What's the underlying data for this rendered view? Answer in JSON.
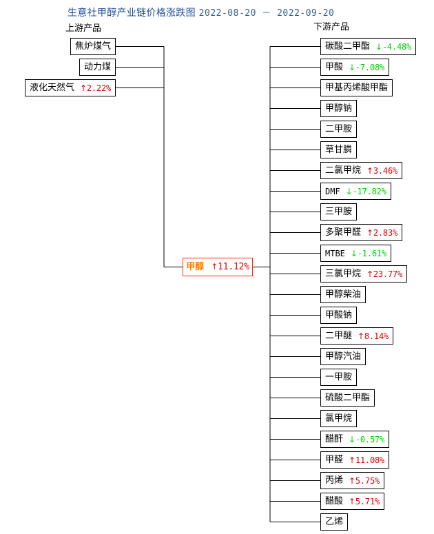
{
  "chart_data": {
    "type": "diagram",
    "title": "生意社甲醇产业链价格涨跌图",
    "date_range": "2022-08-20 － 2022-09-20",
    "center": {
      "name": "甲醇",
      "change": "11.12%",
      "direction": "up",
      "arrow": "↑"
    },
    "sections": {
      "upstream_label": "上游产品",
      "downstream_label": "下游产品"
    },
    "upstream": [
      {
        "name": "焦炉煤气",
        "change": "",
        "direction": "none",
        "arrow": ""
      },
      {
        "name": "动力煤",
        "change": "",
        "direction": "none",
        "arrow": ""
      },
      {
        "name": "液化天然气",
        "change": "2.22%",
        "direction": "up",
        "arrow": "↑"
      }
    ],
    "downstream": [
      {
        "name": "碳酸二甲酯",
        "change": "-4.48%",
        "direction": "down",
        "arrow": "↓",
        "latin": false
      },
      {
        "name": "甲酸",
        "change": "-7.08%",
        "direction": "down",
        "arrow": "↓",
        "latin": false
      },
      {
        "name": "甲基丙烯酸甲酯",
        "change": "",
        "direction": "none",
        "arrow": "",
        "latin": false
      },
      {
        "name": "甲醇钠",
        "change": "",
        "direction": "none",
        "arrow": "",
        "latin": false
      },
      {
        "name": "二甲胺",
        "change": "",
        "direction": "none",
        "arrow": "",
        "latin": false
      },
      {
        "name": "草甘膦",
        "change": "",
        "direction": "none",
        "arrow": "",
        "latin": false
      },
      {
        "name": "二氯甲烷",
        "change": "3.46%",
        "direction": "up",
        "arrow": "↑",
        "latin": false
      },
      {
        "name": "DMF",
        "change": "-17.82%",
        "direction": "down",
        "arrow": "↓",
        "latin": true
      },
      {
        "name": "三甲胺",
        "change": "",
        "direction": "none",
        "arrow": "",
        "latin": false
      },
      {
        "name": "多聚甲醛",
        "change": "2.83%",
        "direction": "up",
        "arrow": "↑",
        "latin": false
      },
      {
        "name": "MTBE",
        "change": "-1.61%",
        "direction": "down",
        "arrow": "↓",
        "latin": true
      },
      {
        "name": "三氯甲烷",
        "change": "23.77%",
        "direction": "up",
        "arrow": "↑",
        "latin": false
      },
      {
        "name": "甲醇柴油",
        "change": "",
        "direction": "none",
        "arrow": "",
        "latin": false
      },
      {
        "name": "甲酸钠",
        "change": "",
        "direction": "none",
        "arrow": "",
        "latin": false
      },
      {
        "name": "二甲醚",
        "change": "8.14%",
        "direction": "up",
        "arrow": "↑",
        "latin": false
      },
      {
        "name": "甲醇汽油",
        "change": "",
        "direction": "none",
        "arrow": "",
        "latin": false
      },
      {
        "name": "一甲胺",
        "change": "",
        "direction": "none",
        "arrow": "",
        "latin": false
      },
      {
        "name": "硫酸二甲酯",
        "change": "",
        "direction": "none",
        "arrow": "",
        "latin": false
      },
      {
        "name": "氯甲烷",
        "change": "",
        "direction": "none",
        "arrow": "",
        "latin": false
      },
      {
        "name": "醋酐",
        "change": "-0.57%",
        "direction": "down",
        "arrow": "↓",
        "latin": false
      },
      {
        "name": "甲醛",
        "change": "11.08%",
        "direction": "up",
        "arrow": "↑",
        "latin": false
      },
      {
        "name": "丙烯",
        "change": "5.75%",
        "direction": "up",
        "arrow": "↑",
        "latin": false
      },
      {
        "name": "醋酸",
        "change": "5.71%",
        "direction": "up",
        "arrow": "↑",
        "latin": false
      },
      {
        "name": "乙烯",
        "change": "",
        "direction": "none",
        "arrow": "",
        "latin": false
      }
    ],
    "colors": {
      "up": "#e00000",
      "down": "#00d000",
      "center_text": "#ff8000",
      "center_border": "#ff2a00",
      "title": "#1f4e9c",
      "line": "#000000"
    }
  }
}
